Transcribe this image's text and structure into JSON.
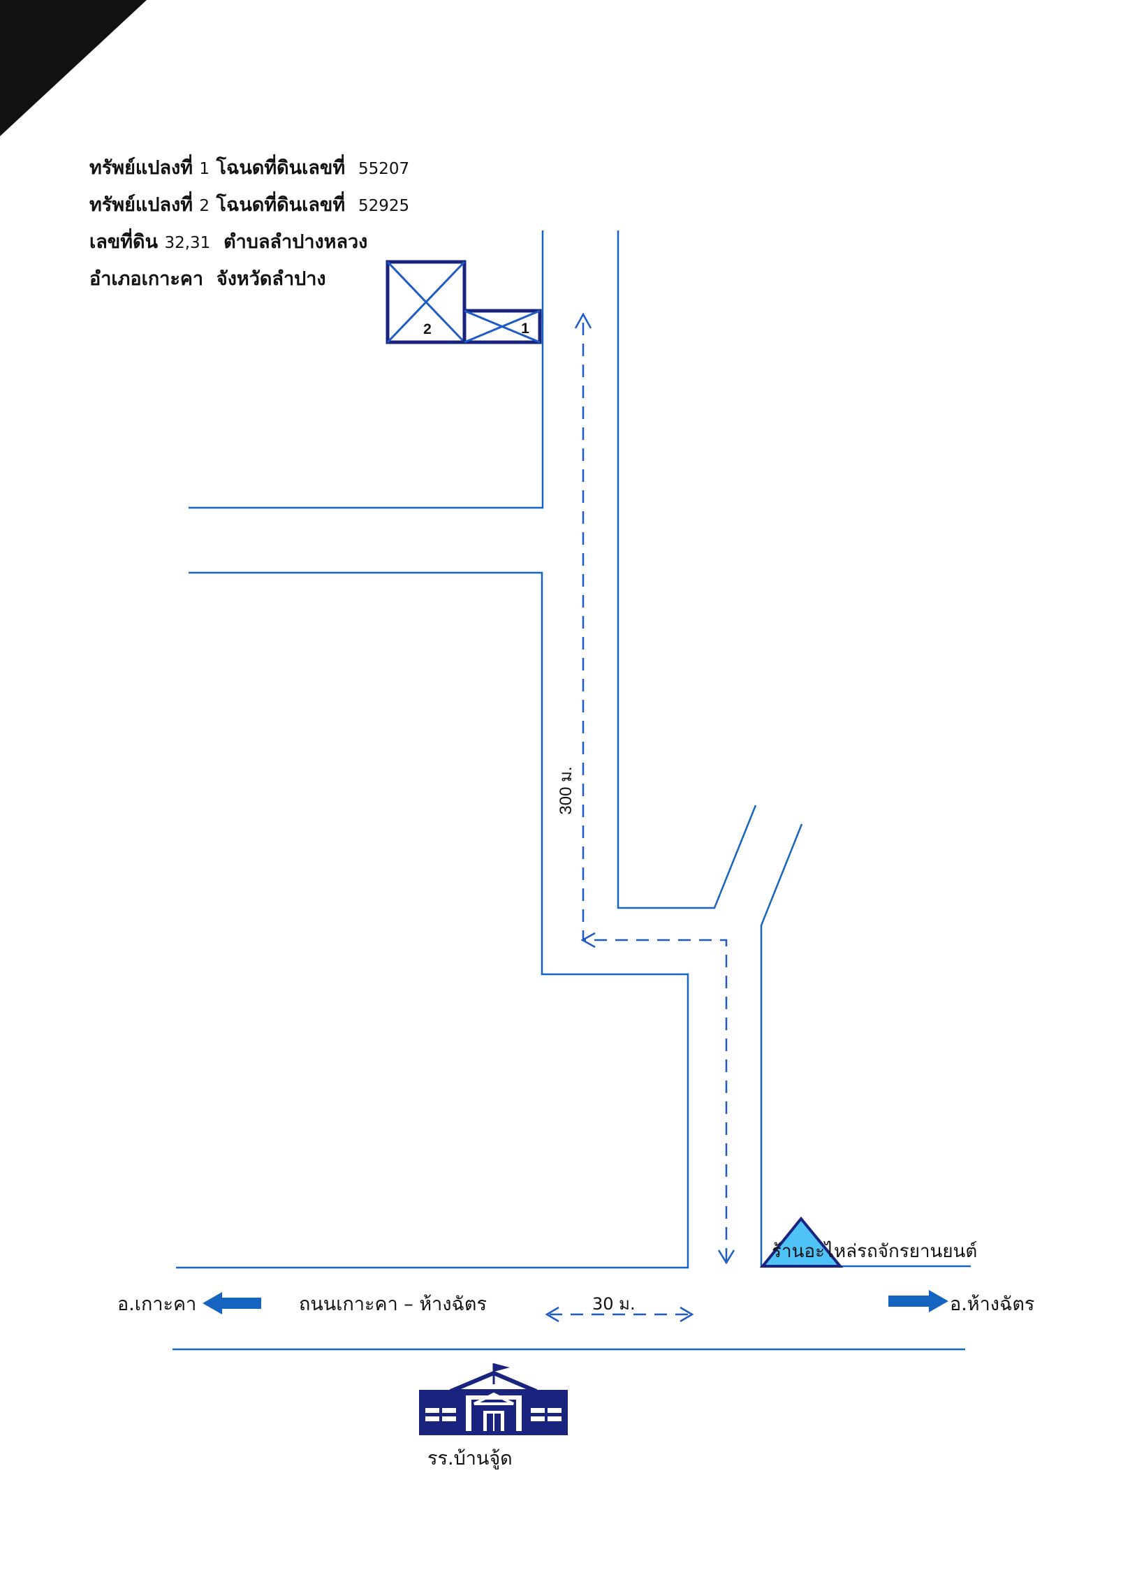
{
  "header": {
    "line1_label": "ทรัพย์แปลงที่",
    "line1_parcel": "1",
    "line1_deed_label": "โฉนดที่ดินเลขที่",
    "line1_deed_no": "55207",
    "line2_label": "ทรัพย์แปลงที่",
    "line2_parcel": "2",
    "line2_deed_label": "โฉนดที่ดินเลขที่",
    "line2_deed_no": "52925",
    "line3_label": "เลขที่ดิน",
    "line3_land_no": "32,31",
    "line3_subdistrict": "ตำบลลำปางหลวง",
    "line4_district": "อำเภอเกาะคา",
    "line4_province": "จังหวัดลำปาง"
  },
  "parcels": [
    {
      "number": "1"
    },
    {
      "number": "2"
    }
  ],
  "map_labels": {
    "distance_vertical": "300 ม.",
    "distance_horizontal": "30 ม.",
    "main_road": "ถนนเกาะคา – ห้างฉัตร",
    "left_direction": "อ.เกาะคา",
    "right_direction": "อ.ห้างฉัตร",
    "shop": "ร้านอะไหล่รถจักรยานยนต์",
    "school": "รร.บ้านจู้ด"
  },
  "colors": {
    "road_line": "#1565c0",
    "parcel": "#1a237e",
    "route": "#1e5bc6",
    "arrow": "#1565c0",
    "shop_fill": "#4fc3f7",
    "school": "#1a237e"
  },
  "icons": [
    "left-arrow-icon",
    "right-arrow-icon",
    "warning-triangle-icon",
    "school-building-icon"
  ]
}
